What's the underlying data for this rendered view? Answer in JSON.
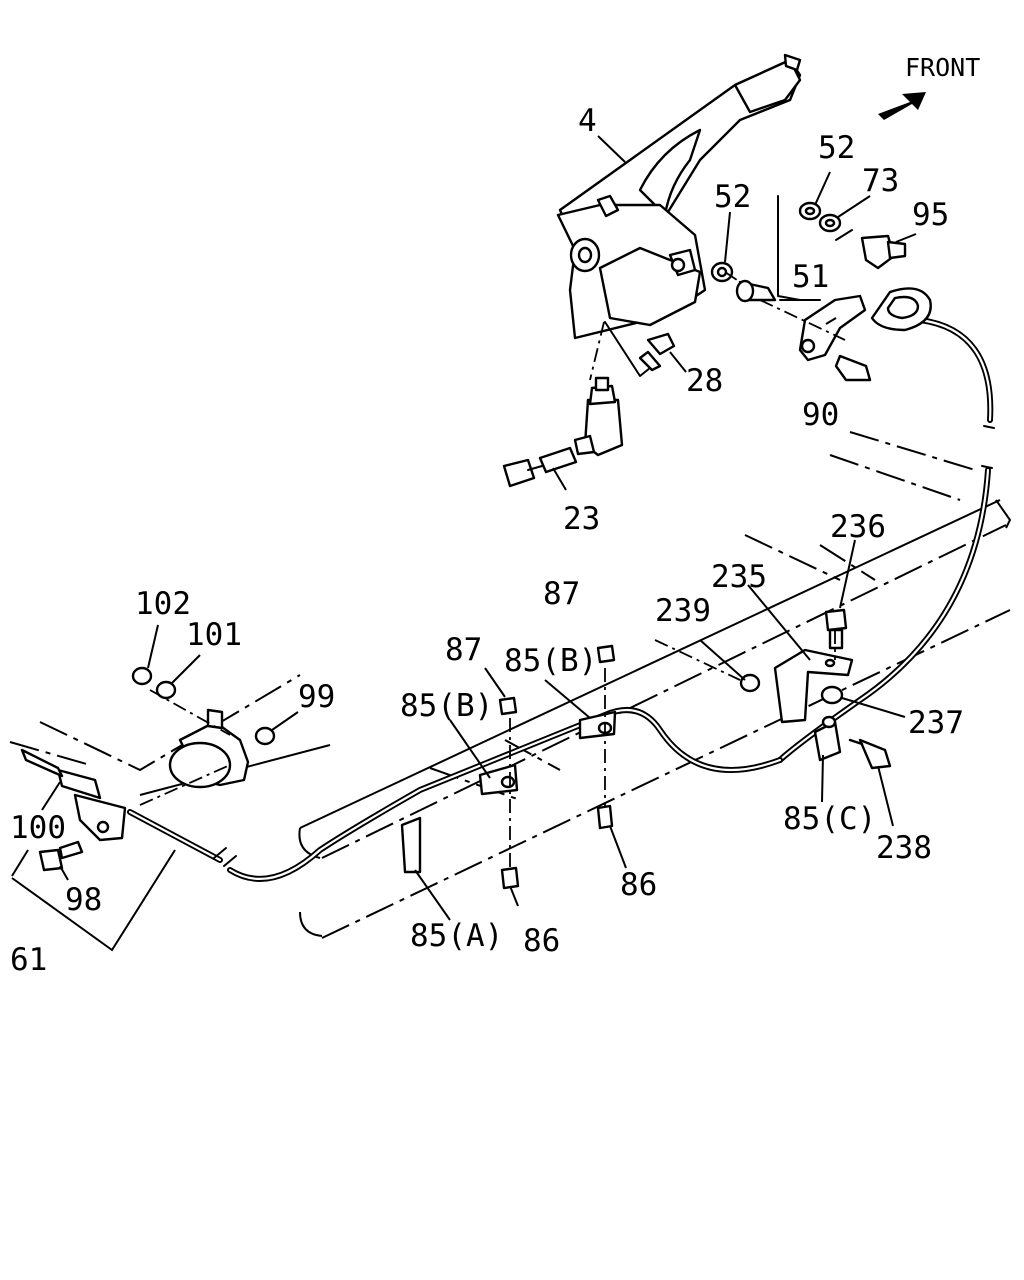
{
  "direction": {
    "label": "FRONT",
    "icon": "front-arrow-icon"
  },
  "labels": {
    "p4": "4",
    "p52a": "52",
    "p52b": "52",
    "p73": "73",
    "p95": "95",
    "p51": "51",
    "p28": "28",
    "p90": "90",
    "p23": "23",
    "p236": "236",
    "p235": "235",
    "p239": "239",
    "p87a": "87",
    "p87b": "87",
    "p85b1": "85(B)",
    "p85b2": "85(B)",
    "p237": "237",
    "p102": "102",
    "p101": "101",
    "p99": "99",
    "p100": "100",
    "p98": "98",
    "p61": "61",
    "p85c": "85(C)",
    "p238": "238",
    "p86a": "86",
    "p86b": "86",
    "p85a": "85(A)"
  }
}
